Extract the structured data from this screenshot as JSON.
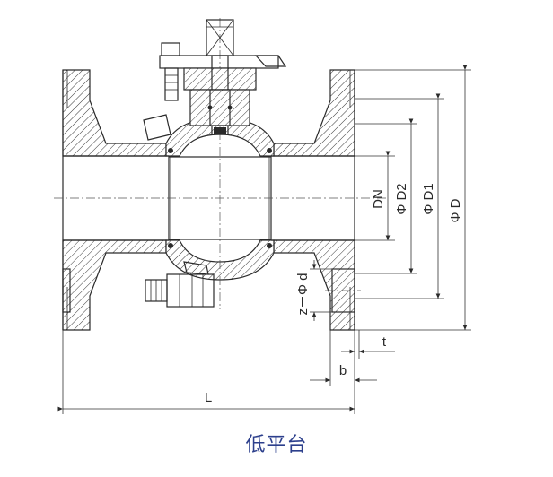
{
  "dimensions": {
    "dn": "DN",
    "d2": "Φ D2",
    "d1": "Φ D1",
    "d": "Φ D",
    "bolt": "z－Φ d",
    "t": "t",
    "b": "b",
    "l": "L"
  },
  "caption": "低平台"
}
